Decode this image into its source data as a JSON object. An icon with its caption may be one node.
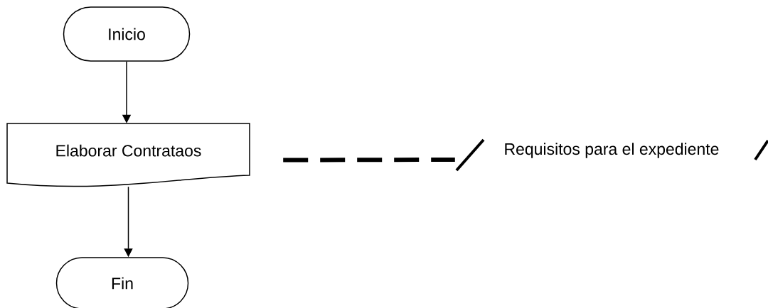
{
  "diagram": {
    "nodes": [
      {
        "text": [
          "Inicio"
        ]
      },
      {
        "text": [
          "Elaborar Contrataos"
        ]
      },
      {
        "text": [
          "Fin"
        ]
      },
      {
        "text": [
          "Requisitos para el expediente"
        ]
      }
    ],
    "edges": [
      {
        "from": 0,
        "to": 1,
        "arrow": "to"
      },
      {
        "from": 1,
        "to": 2,
        "arrow": "to"
      },
      {
        "from": 1,
        "to": 3,
        "arrow": "none",
        "style": "dashed"
      }
    ]
  }
}
